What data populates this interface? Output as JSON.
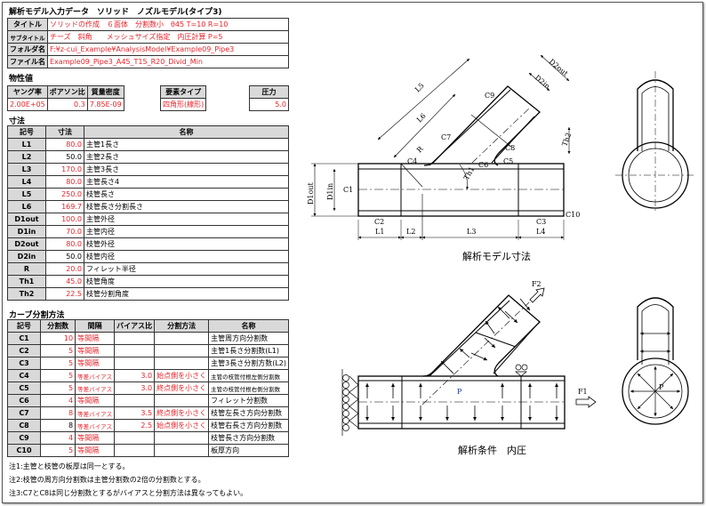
{
  "title": "解析モデル入力データ　ソリッド　ノズルモデル(タイプ3)",
  "info": [
    {
      "label": "タイトル",
      "value": "ソリッドの作成　６面体　分割数小　θ45 T=10 R=10"
    },
    {
      "label": "サブタイトル",
      "value": "チーズ　斜角　　メッシュサイズ指定　内圧計算 P=5"
    },
    {
      "label": "フォルダ名",
      "value": "F:¥z-cui_Example¥AnalysisModel¥Example09_Pipe3"
    },
    {
      "label": "ファイル名",
      "value": "Example09_Pipe3_A45_T15_R20_Divid_Min"
    }
  ],
  "material": {
    "heading": "物性値",
    "young_label": "ヤング率",
    "young": "2.00E+05",
    "poisson_label": "ポアソン比",
    "poisson": "0.3",
    "density_label": "質量密度",
    "density": "7.85E-09",
    "elem_label": "要素タイプ",
    "elem": "四角形(線形)",
    "pressure_label": "圧力",
    "pressure": "5.0"
  },
  "dims": {
    "heading": "寸法",
    "headers": [
      "記号",
      "寸法",
      "名称"
    ],
    "rows": [
      [
        "L1",
        "80.0",
        "主管1長さ"
      ],
      [
        "L2",
        "50.0",
        "主管2長さ"
      ],
      [
        "L3",
        "170.0",
        "主管3長さ"
      ],
      [
        "L4",
        "80.0",
        "主管長さ4"
      ],
      [
        "L5",
        "250.0",
        "枝管長さ"
      ],
      [
        "L6",
        "169.7",
        "枝管長さ分割長さ"
      ],
      [
        "D1out",
        "100.0",
        "主管外径"
      ],
      [
        "D1in",
        "70.0",
        "主管内径"
      ],
      [
        "D2out",
        "80.0",
        "枝管外径"
      ],
      [
        "D2in",
        "50.0",
        "枝管内径"
      ],
      [
        "R",
        "20.0",
        "フィレット半径"
      ],
      [
        "Th1",
        "45.0",
        "枝管角度"
      ],
      [
        "Th2",
        "22.5",
        "枝管分割角度"
      ]
    ]
  },
  "curves": {
    "heading": "カーブ分割方法",
    "headers": [
      "記号",
      "分割数",
      "間隔",
      "バイアス比",
      "分割方法",
      "名称"
    ],
    "rows": [
      [
        "C1",
        "10",
        "等間隔",
        "",
        "",
        "主管周方向分割数"
      ],
      [
        "C2",
        "5",
        "等間隔",
        "",
        "",
        "主管1長さ分割数(L1)"
      ],
      [
        "C3",
        "5",
        "等間隔",
        "",
        "",
        "主管3長さ分割方数(L2)"
      ],
      [
        "C4",
        "5",
        "等差バイアス",
        "3.0",
        "始点側を小さく",
        "主管の枝管付根左側分割数"
      ],
      [
        "C5",
        "5",
        "等差バイアス",
        "3.0",
        "終点側を小さく",
        "主管の枝管付根右側分割数"
      ],
      [
        "C6",
        "4",
        "等間隔",
        "",
        "",
        "フィレット分割数"
      ],
      [
        "C7",
        "8",
        "等差バイアス",
        "3.5",
        "終点側を小さく",
        "枝管左長さ方向分割数"
      ],
      [
        "C8",
        "8",
        "等差バイアス",
        "2.5",
        "始点側を小さく",
        "枝管右長さ方向分割数"
      ],
      [
        "C9",
        "4",
        "等間隔",
        "",
        "",
        "枝管長さ方向分割数"
      ],
      [
        "C10",
        "5",
        "等間隔",
        "",
        "",
        "板厚方向"
      ]
    ]
  },
  "notes": [
    "注1:主管と枝管の板厚は同一とする。",
    "注2:枝管の周方向分割数は主管分割数の2倍の分割数とする。",
    "注3:C7とC8は同じ分割数とするがバイアスと分割方法は異なってもよい。"
  ],
  "drawing1": {
    "caption": "解析モデル寸法",
    "labels": {
      "L1": "L1",
      "L2": "L2",
      "L3": "L3",
      "L4": "L4",
      "L5": "L5",
      "L6": "L6",
      "D1out": "D1out",
      "D1in": "D1in",
      "D2out": "D2out",
      "D2in": "D2in",
      "Th1": "Th1",
      "Th2": "Th2",
      "R": "R",
      "C1": "C1",
      "C2": "C2",
      "C3": "C3",
      "C4": "C4",
      "C5": "C5",
      "C6": "C6",
      "C7": "C7",
      "C8": "C8",
      "C9": "C9",
      "C10": "C10"
    }
  },
  "drawing2": {
    "caption": "解析条件　内圧",
    "P": "P",
    "F1": "F1",
    "F2": "F2"
  },
  "colors": {
    "red": "#e8232a",
    "header_bg": "#d9d9d9"
  }
}
